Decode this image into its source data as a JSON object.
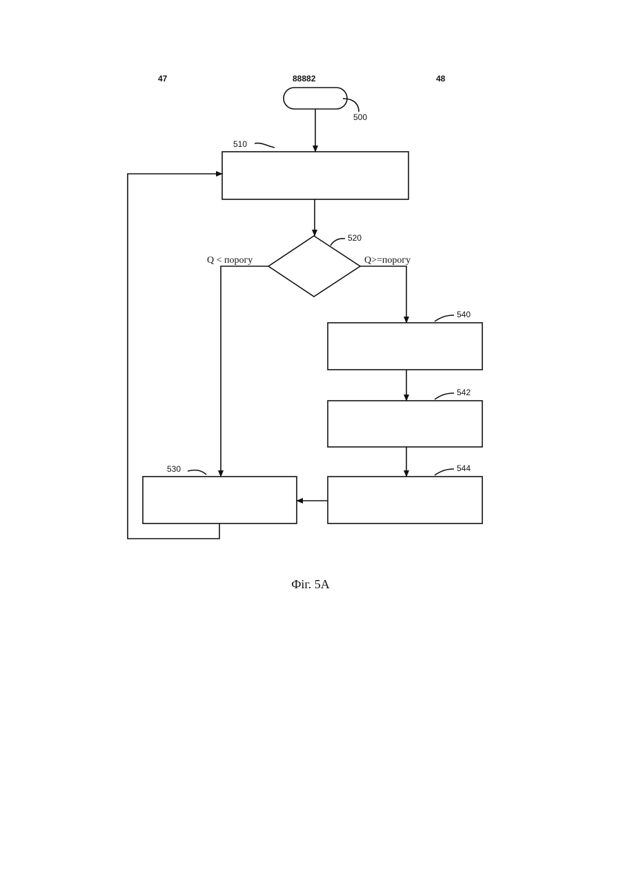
{
  "header": {
    "left_page": "47",
    "center_number": "88882",
    "right_page": "48"
  },
  "diagram": {
    "refs": {
      "start": "500",
      "step_510": "510",
      "decision_520": "520",
      "step_530": "530",
      "step_540": "540",
      "step_542": "542",
      "step_544": "544"
    },
    "branches": {
      "below": "Q < порогу",
      "above": "Q>=порогу"
    }
  },
  "caption": "Фіг. 5A"
}
